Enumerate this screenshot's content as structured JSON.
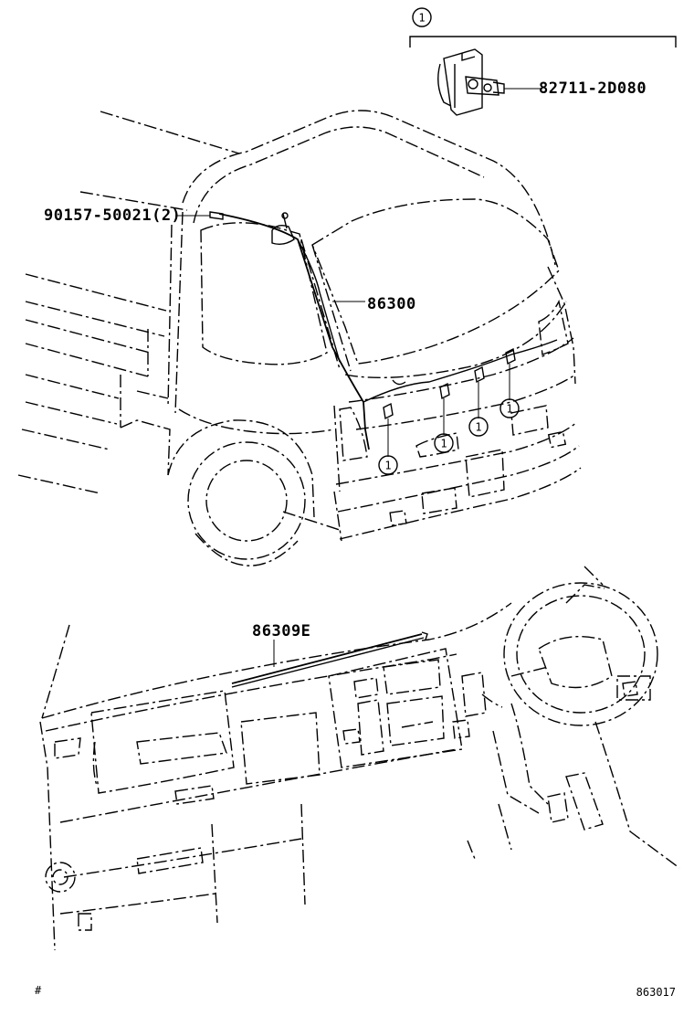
{
  "parts": {
    "antenna_assembly": "86300",
    "screw": "90157-50021(2)",
    "clamp": "82711-2D080",
    "antenna_element": "86309E"
  },
  "callout": {
    "number": "1"
  },
  "figure_code": "863017",
  "corner_mark": "#"
}
